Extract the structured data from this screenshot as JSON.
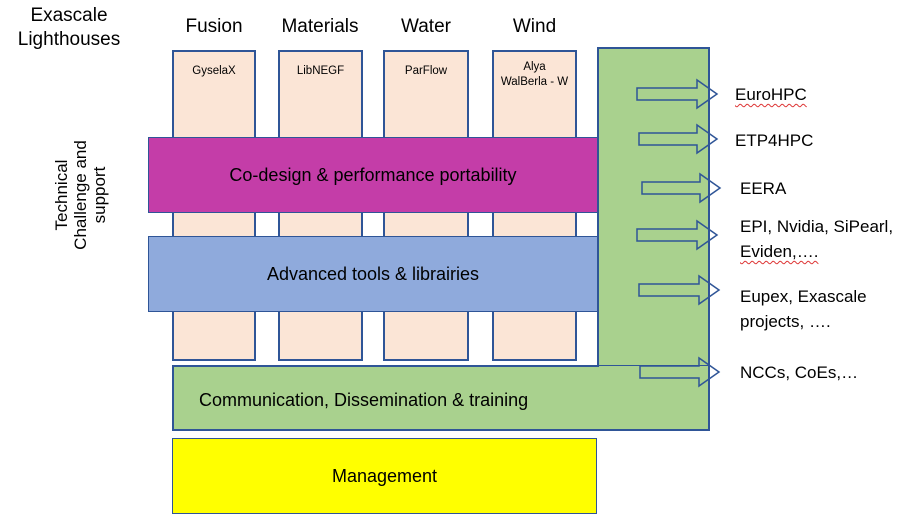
{
  "header": {
    "title_line1": "Exascale",
    "title_line2": "Lighthouses"
  },
  "side_label": {
    "line1": "Technical",
    "line2": "Challenge and",
    "line3": "support"
  },
  "lighthouses": [
    {
      "domain": "Fusion",
      "codes": [
        "GyselaX"
      ]
    },
    {
      "domain": "Materials",
      "codes": [
        "LibNEGF"
      ]
    },
    {
      "domain": "Water",
      "codes": [
        "ParFlow"
      ]
    },
    {
      "domain": "Wind",
      "codes": [
        "Alya",
        "WalBerla - W"
      ]
    }
  ],
  "layers": {
    "codesign": "Co-design & performance portability",
    "tools": "Advanced tools & librairies",
    "communication": "Communication, Dissemination & training",
    "management": "Management"
  },
  "partners": [
    {
      "line1": "EuroHPC"
    },
    {
      "line1": "ETP4HPC"
    },
    {
      "line1": "EERA"
    },
    {
      "line1": "EPI, Nvidia, SiPearl,",
      "line2": "Eviden,…."
    },
    {
      "line1": "Eupex, Exascale",
      "line2": "projects, …."
    },
    {
      "line1": "NCCs, CoEs,…"
    }
  ],
  "colors": {
    "column_fill": "#FBE5D6",
    "border": "#2F5597",
    "codesign": "#C43DA8",
    "tools": "#8FAADC",
    "communication": "#A9D18E",
    "management": "#FFFF00"
  }
}
